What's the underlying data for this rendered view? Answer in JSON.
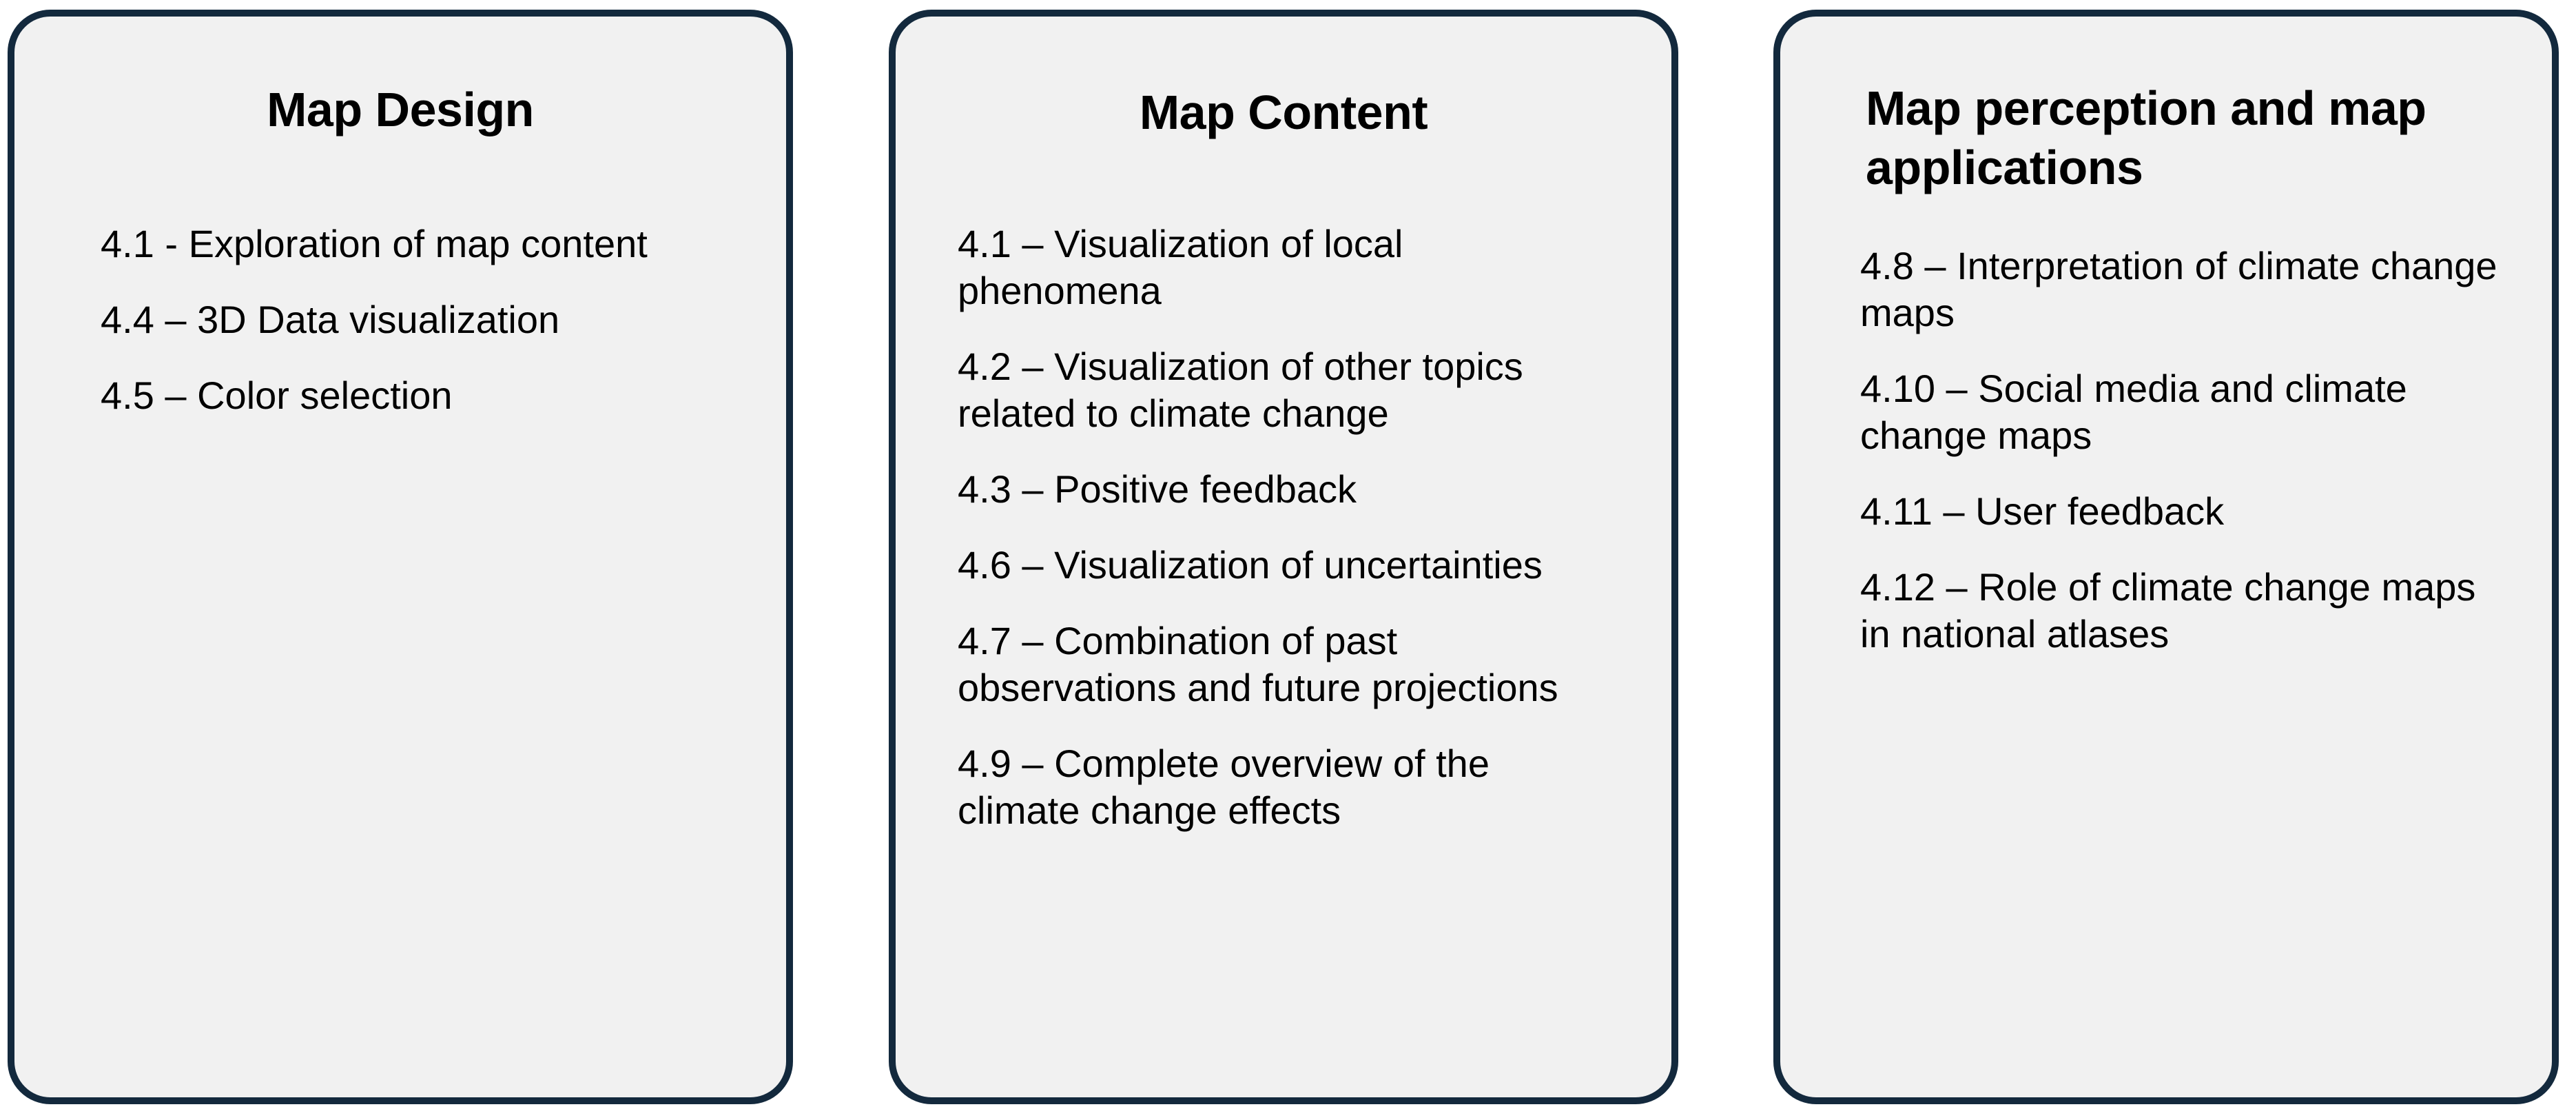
{
  "diagram": {
    "type": "three-column-grouped-list",
    "colors": {
      "card_fill": "#F1F1F1",
      "card_border": "#13293D",
      "text": "#000000",
      "page_background": "#FFFFFF"
    },
    "columns": [
      {
        "title": "Map Design",
        "title_align": "center",
        "items": [
          "4.1 - Exploration of map content",
          "4.4 – 3D Data visualization",
          "4.5 – Color selection"
        ]
      },
      {
        "title": "Map Content",
        "title_align": "center",
        "items": [
          "4.1 – Visualization of local phenomena",
          "4.2 – Visualization of other topics related to climate change",
          "4.3 – Positive feedback",
          "4.6 – Visualization of uncertainties",
          "4.7 – Combination of past observations and future projections",
          "4.9 – Complete overview of the climate change effects"
        ]
      },
      {
        "title": "Map perception and map applications",
        "title_align": "left",
        "items": [
          "4.8 – Interpretation of climate change maps",
          "4.10 – Social media and climate change maps",
          "4.11 – User feedback",
          "4.12 – Role of climate change maps in national atlases"
        ]
      }
    ]
  }
}
